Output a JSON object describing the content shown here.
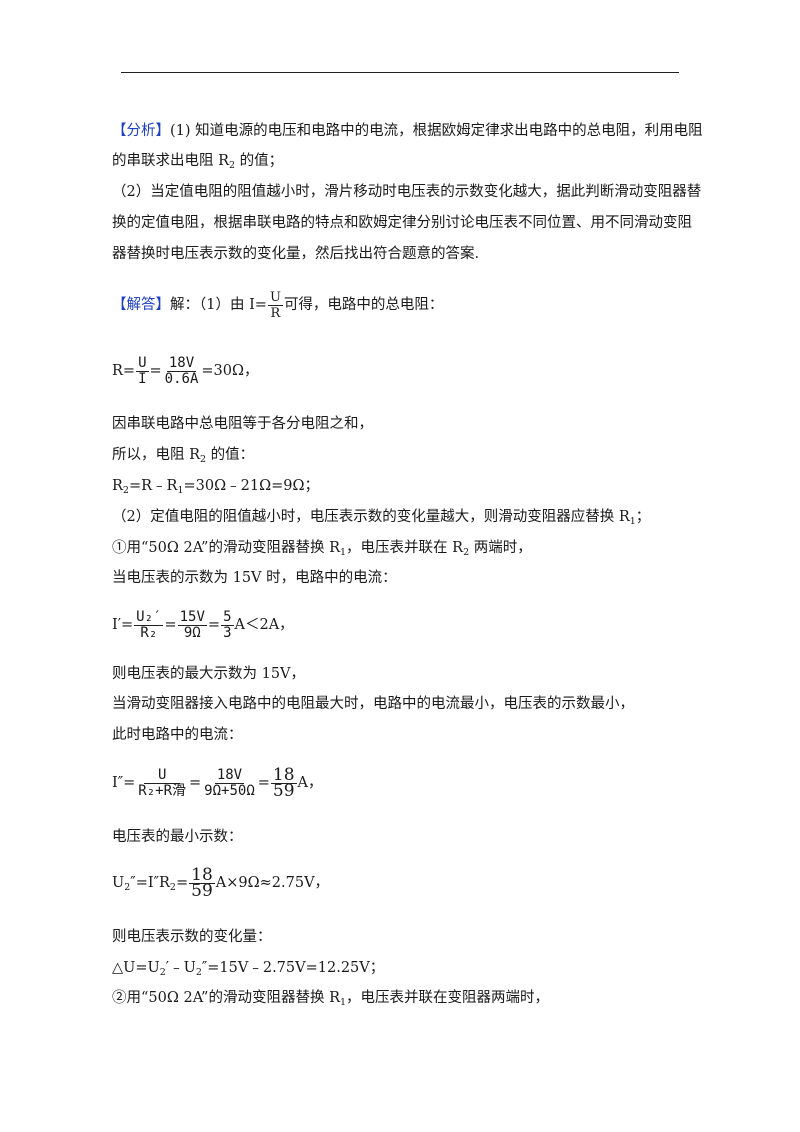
{
  "analysis": {
    "tag": "【分析】",
    "line1": "(1) 知道电源的电压和电路中的电流，根据欧姆定律求出电路中的总电阻，利用电阻",
    "line2a": "的串联求出电阻 R",
    "line2sub": "2",
    "line2b": " 的值；",
    "line3": "（2）当定值电阻的阻值越小时，滑片移动时电压表的示数变化越大，据此判断滑动变阻器替",
    "line4": "换的定值电阻，根据串联电路的特点和欧姆定律分别讨论电压表不同位置、用不同滑动变阻",
    "line5": "器替换时电压表示数的变化量，然后找出符合题意的答案."
  },
  "solution": {
    "tag": "【解答】",
    "intro_a": "解：（1）由 I=",
    "intro_num": "U",
    "intro_den": "R",
    "intro_b": "可得，电路中的总电阻：",
    "eq1_a": "R=",
    "eq1_f1_num": "U",
    "eq1_f1_den": "I",
    "eq1_eq": "=",
    "eq1_f2_num": "18V",
    "eq1_f2_den": "0.6A",
    "eq1_b": "=30Ω，",
    "p1": "因串联电路中总电阻等于各分电阻之和，",
    "p2a": "所以，电阻 R",
    "p2sub": "2",
    "p2b": " 的值：",
    "p3a": "R",
    "p3sub1": "2",
    "p3b": "=R﹣R",
    "p3sub2": "1",
    "p3c": "=30Ω﹣21Ω=9Ω；",
    "p4a": "（2）定值电阻的阻值越小时，电压表示数的变化量越大，则滑动变阻器应替换 R",
    "p4sub": "1",
    "p4b": "；",
    "p5a": "①用“50Ω 2A”的滑动变阻器替换 R",
    "p5sub1": "1",
    "p5b": "，电压表并联在 R",
    "p5sub2": "2",
    "p5c": " 两端时，",
    "p6": "当电压表的示数为 15V 时，电路中的电流：",
    "eq2_a": "I′=",
    "eq2_f1_num": "U₂′",
    "eq2_f1_den": "R₂",
    "eq2_eq": "=",
    "eq2_f2_num": "15V",
    "eq2_f2_den": "9Ω",
    "eq2_eq2": "=",
    "eq2_f3_num": "5",
    "eq2_f3_den": "3",
    "eq2_b": "A＜2A，",
    "p7": "则电压表的最大示数为 15V，",
    "p8": "当滑动变阻器接入电路中的电阻最大时，电路中的电流最小，电压表的示数最小，",
    "p9": "此时电路中的电流：",
    "eq3_a": "I″=",
    "eq3_f1_num": "U",
    "eq3_f1_den": "R₂+R滑",
    "eq3_eq": "=",
    "eq3_f2_num": "18V",
    "eq3_f2_den": "9Ω+50Ω",
    "eq3_eq2": "=",
    "eq3_f3_num": "18",
    "eq3_f3_den": "59",
    "eq3_b": "A，",
    "p10": "电压表的最小示数：",
    "eq4_a": "U",
    "eq4_sub1": "2",
    "eq4_b": "″=I″R",
    "eq4_sub2": "2",
    "eq4_c": "=",
    "eq4_f_num": "18",
    "eq4_f_den": "59",
    "eq4_d": "A×9Ω≈2.75V，",
    "p11": "则电压表示数的变化量：",
    "p12a": "△U=U",
    "p12sub1": "2",
    "p12b": "′﹣U",
    "p12sub2": "2",
    "p12c": "″=15V﹣2.75V=12.25V；",
    "p13a": "②用“50Ω 2A”的滑动变阻器替换 R",
    "p13sub": "1",
    "p13b": "，电压表并联在变阻器两端时，"
  }
}
